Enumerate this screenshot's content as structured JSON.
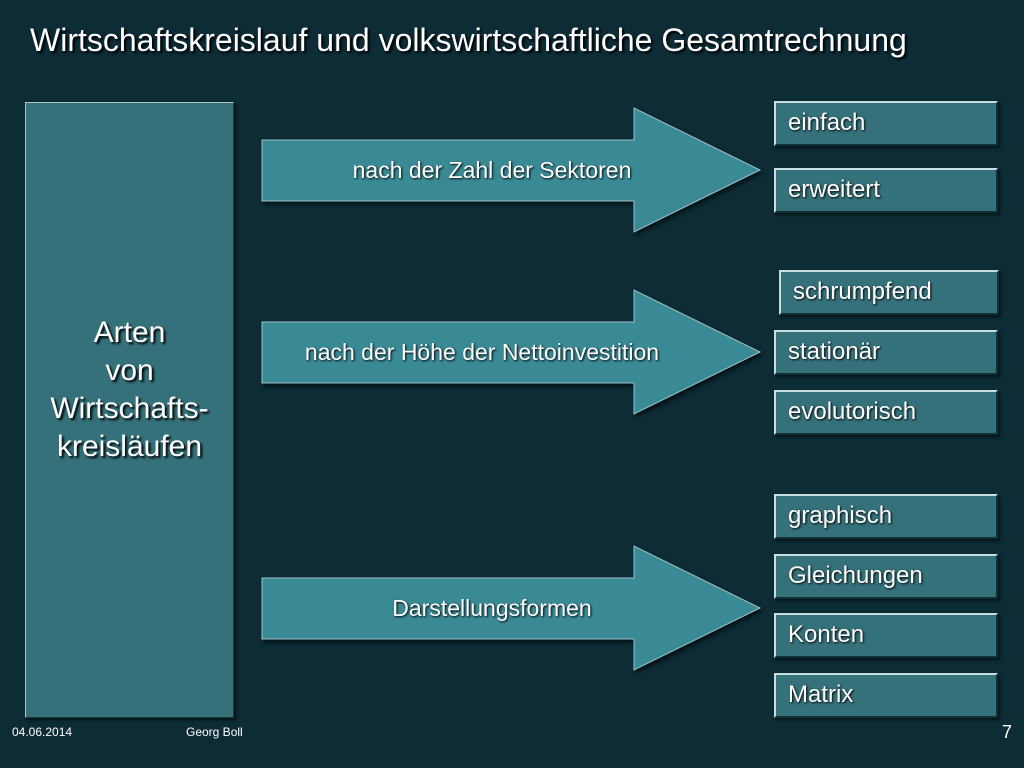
{
  "slide": {
    "title": "Wirtschaftskreislauf und volkswirtschaftliche Gesamtrechnung",
    "root_label_lines": [
      "Arten",
      "von",
      "Wirtschafts-",
      "kreisläufen"
    ]
  },
  "categories": [
    {
      "label": "nach der Zahl der Sektoren",
      "items": [
        "einfach",
        "erweitert"
      ]
    },
    {
      "label": "nach der Höhe der Nettoinvestition",
      "items": [
        "schrumpfend",
        "stationär",
        "evolutorisch"
      ]
    },
    {
      "label": "Darstellungsformen",
      "items": [
        "graphisch",
        "Gleichungen",
        "Konten",
        "Matrix"
      ]
    }
  ],
  "footer": {
    "date": "04.06.2014",
    "author": "Georg Boll",
    "page_number": "7"
  },
  "colors": {
    "background": "#0d2c36",
    "box_fill": "#35717a",
    "arrow_fill": "#3a8a95",
    "text": "#ffffff"
  }
}
